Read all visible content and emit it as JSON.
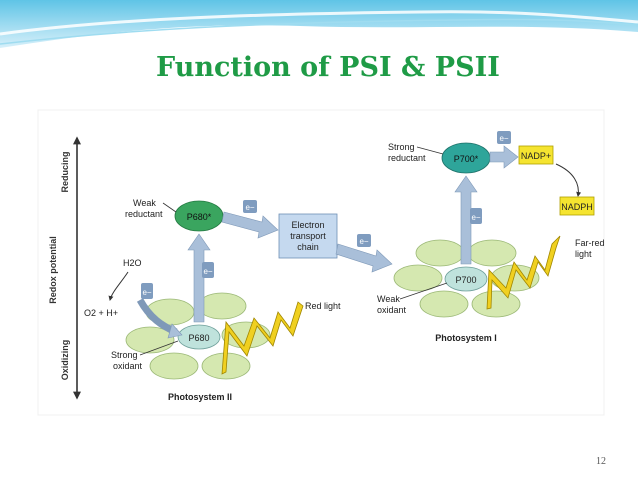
{
  "slide": {
    "title": "Function of PSI & PSII",
    "page_number": "12"
  },
  "diagram": {
    "axis": {
      "label": "Redox potential",
      "top_label": "Reducing",
      "bottom_label": "Oxidizing"
    },
    "psii": {
      "p680_star": "P680*",
      "p680": "P680",
      "weak_reductant": [
        "Weak",
        "reductant"
      ],
      "strong_oxidant": [
        "Strong",
        "oxidant"
      ],
      "water": "H2O",
      "products": "O2 + H+",
      "light": "Red light",
      "name": "Photosystem II"
    },
    "etc": [
      "Electron",
      "transport",
      "chain"
    ],
    "psi": {
      "p700_star": "P700*",
      "p700": "P700",
      "strong_reductant": [
        "Strong",
        "reductant"
      ],
      "weak_oxidant": [
        "Weak",
        "oxidant"
      ],
      "light": [
        "Far-red",
        "light"
      ],
      "name": "Photosystem I"
    },
    "nadp": "NADP+",
    "nadph": "NADPH",
    "electron": "e−",
    "colors": {
      "title_green": "#1f9b46",
      "ellipse_fill": "#d5e8b0",
      "p680_star_fill": "#3aa55f",
      "p700_star_fill": "#2ea59a",
      "etc_fill": "#c5d9ef",
      "nadp_fill": "#f5e430",
      "arrow_fill": "#a9bfd9",
      "light_fill": "#f0d020"
    }
  }
}
